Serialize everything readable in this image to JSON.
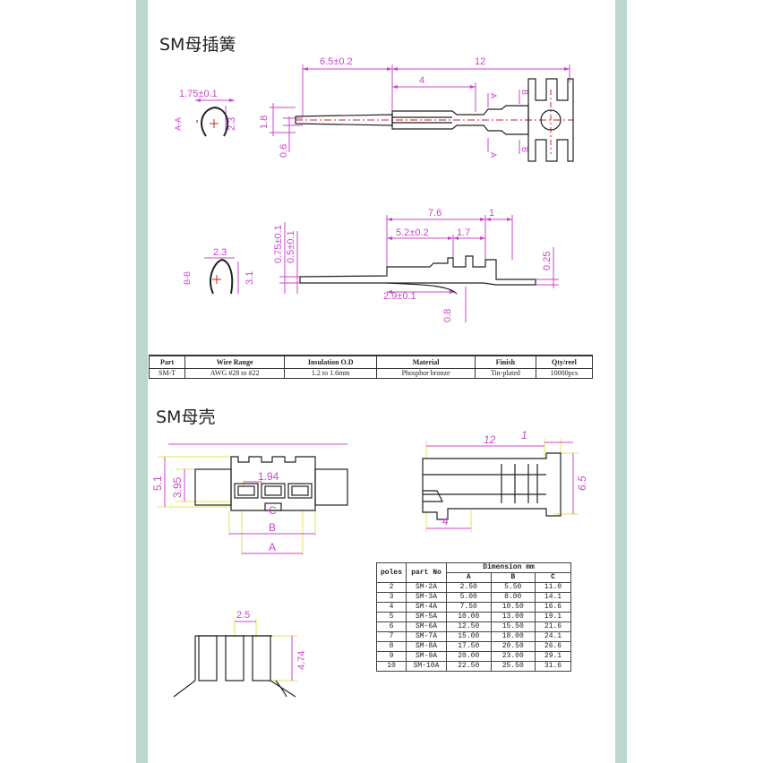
{
  "sections": {
    "terminal_title": "SM母插簧",
    "housing_title": "SM母壳"
  },
  "colors": {
    "stripe": "#bcd7cb",
    "dimension": "#cc44cc",
    "centerline": "#d0202a",
    "outline": "#222222",
    "extension": "#e8e060",
    "housing_dim": "#cc44cc"
  },
  "terminal_top": {
    "dims": {
      "overall_length_a": "6.5±0.2",
      "overall_length_b": "12",
      "inner_length": "4",
      "pin_height": "1.8",
      "pin_base": "0.6",
      "section_width": "1.75±0.1",
      "section_height": "2.3",
      "section_label": "A-A",
      "cut_a": "A",
      "cut_b": "B"
    }
  },
  "terminal_side": {
    "dims": {
      "total": "7.6",
      "tab": "1",
      "crimp": "5.2±0.2",
      "gap": "1.7",
      "thick_outer": "0.75±0.1",
      "thick_inner": "0.5±0.1",
      "right_thk": "0.25",
      "bottom": "2.9±0.1",
      "lower": "0.8",
      "section_width": "2.3",
      "section_height": "3.1",
      "section_label": "B-B"
    }
  },
  "spec_table": {
    "headers": [
      "Part",
      "Wire Range",
      "Insulation O.D",
      "Material",
      "Finish",
      "Qty/reel"
    ],
    "row": [
      "SM-T",
      "AWG #28 to #22",
      "1.2 to 1.6mm",
      "Phosphor bronze",
      "Tin-plated",
      "10000pcs"
    ]
  },
  "housing_front": {
    "dims": {
      "height_outer": "5.1",
      "height_inner": "3.95",
      "pitch": "1.94",
      "c": "C",
      "b": "B",
      "a": "A"
    }
  },
  "housing_side": {
    "dims": {
      "length": "12",
      "tab": "1",
      "height": "6.5",
      "latch": "4"
    }
  },
  "housing_bottom": {
    "dims": {
      "pitch": "2.5",
      "height": "4.74"
    }
  },
  "dimension_table": {
    "col_poles": "poles",
    "col_part": "part No",
    "group": "Dimension mm",
    "sub": [
      "A",
      "B",
      "C"
    ],
    "rows": [
      [
        "2",
        "SM-2A",
        "2.50",
        "5.50",
        "11.0"
      ],
      [
        "3",
        "SM-3A",
        "5.00",
        "8.00",
        "14.1"
      ],
      [
        "4",
        "SM-4A",
        "7.50",
        "10.50",
        "16.6"
      ],
      [
        "5",
        "SM-5A",
        "10.00",
        "13.00",
        "19.1"
      ],
      [
        "6",
        "SM-6A",
        "12.50",
        "15.50",
        "21.6"
      ],
      [
        "7",
        "SM-7A",
        "15.00",
        "18.00",
        "24.1"
      ],
      [
        "8",
        "SM-8A",
        "17.50",
        "20.50",
        "26.6"
      ],
      [
        "9",
        "SM-9A",
        "20.00",
        "23.00",
        "29.1"
      ],
      [
        "10",
        "SM-10A",
        "22.50",
        "25.50",
        "31.6"
      ]
    ]
  }
}
